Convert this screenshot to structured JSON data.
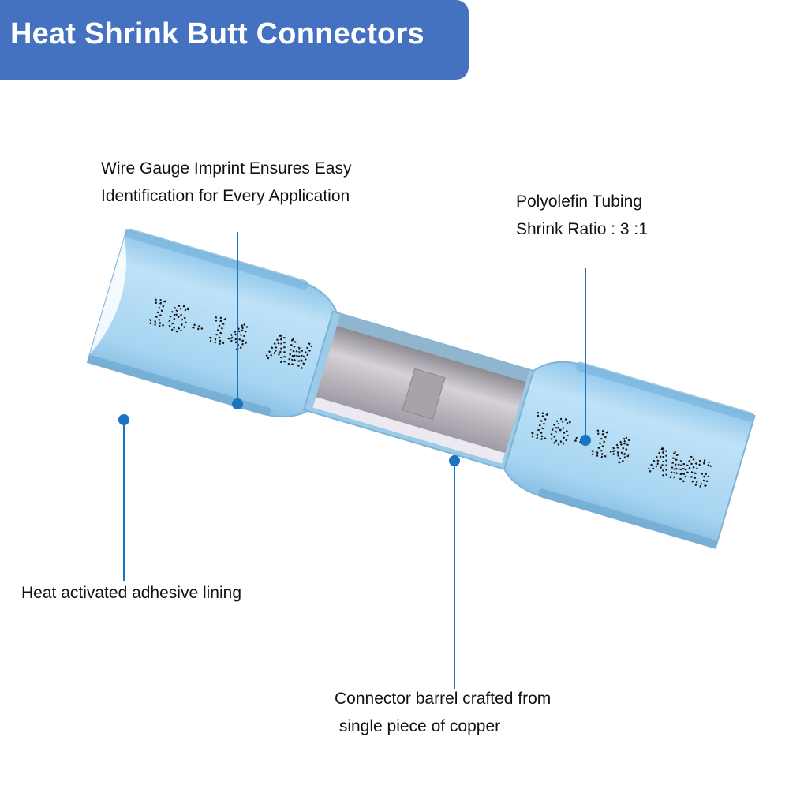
{
  "header": {
    "title": "Heat Shrink Butt Connectors",
    "background_color": "#4472c0",
    "text_color": "#ffffff"
  },
  "product": {
    "name": "heat shrink butt connector",
    "imprint_left": "16-14 AW",
    "imprint_right": "16-14 AWG",
    "tube_color": "#a9d6f2",
    "barrel_color": "#b9b4bc"
  },
  "callouts": [
    {
      "id": "wire-gauge",
      "lines": [
        "Wire Gauge Imprint Ensures Easy",
        "Identification for Every Application"
      ]
    },
    {
      "id": "polyolefin",
      "lines": [
        "Polyolefin Tubing",
        "Shrink Ratio : 3 :1"
      ]
    },
    {
      "id": "adhesive",
      "lines": [
        "Heat activated adhesive lining"
      ]
    },
    {
      "id": "barrel",
      "lines": [
        "Connector barrel crafted from",
        " single piece of copper"
      ]
    }
  ],
  "accent_color": "#1a74c2"
}
